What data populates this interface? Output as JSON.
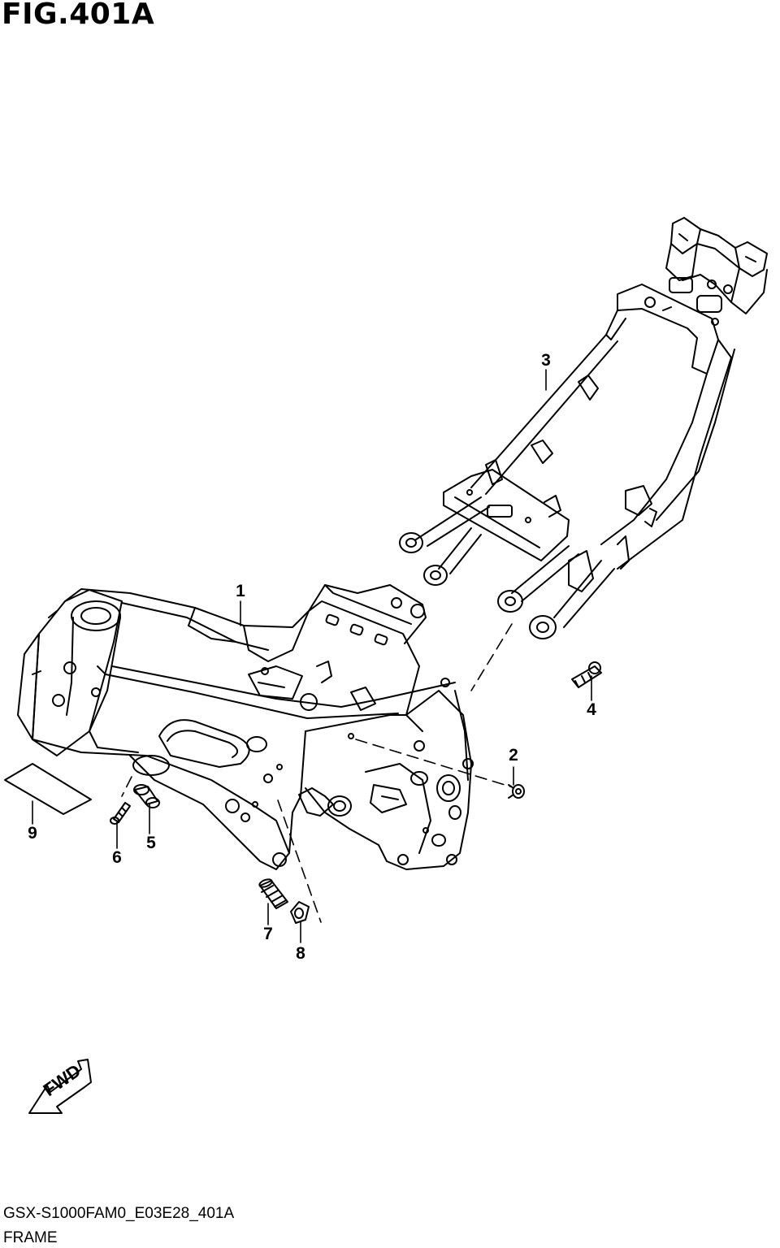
{
  "figure": {
    "title": "FIG.401A",
    "code": "GSX-S1000FAM0_E03E28_401A",
    "name": "FRAME"
  },
  "fwd_arrow": {
    "label": "FWD",
    "icon": "fwd-arrow-icon"
  },
  "callouts": [
    {
      "id": "1",
      "label": "1"
    },
    {
      "id": "2",
      "label": "2"
    },
    {
      "id": "3",
      "label": "3"
    },
    {
      "id": "4",
      "label": "4"
    },
    {
      "id": "5",
      "label": "5"
    },
    {
      "id": "6",
      "label": "6"
    },
    {
      "id": "7",
      "label": "7"
    },
    {
      "id": "8",
      "label": "8"
    },
    {
      "id": "9",
      "label": "9"
    }
  ],
  "colors": {
    "line": "#000000",
    "background": "#ffffff"
  }
}
